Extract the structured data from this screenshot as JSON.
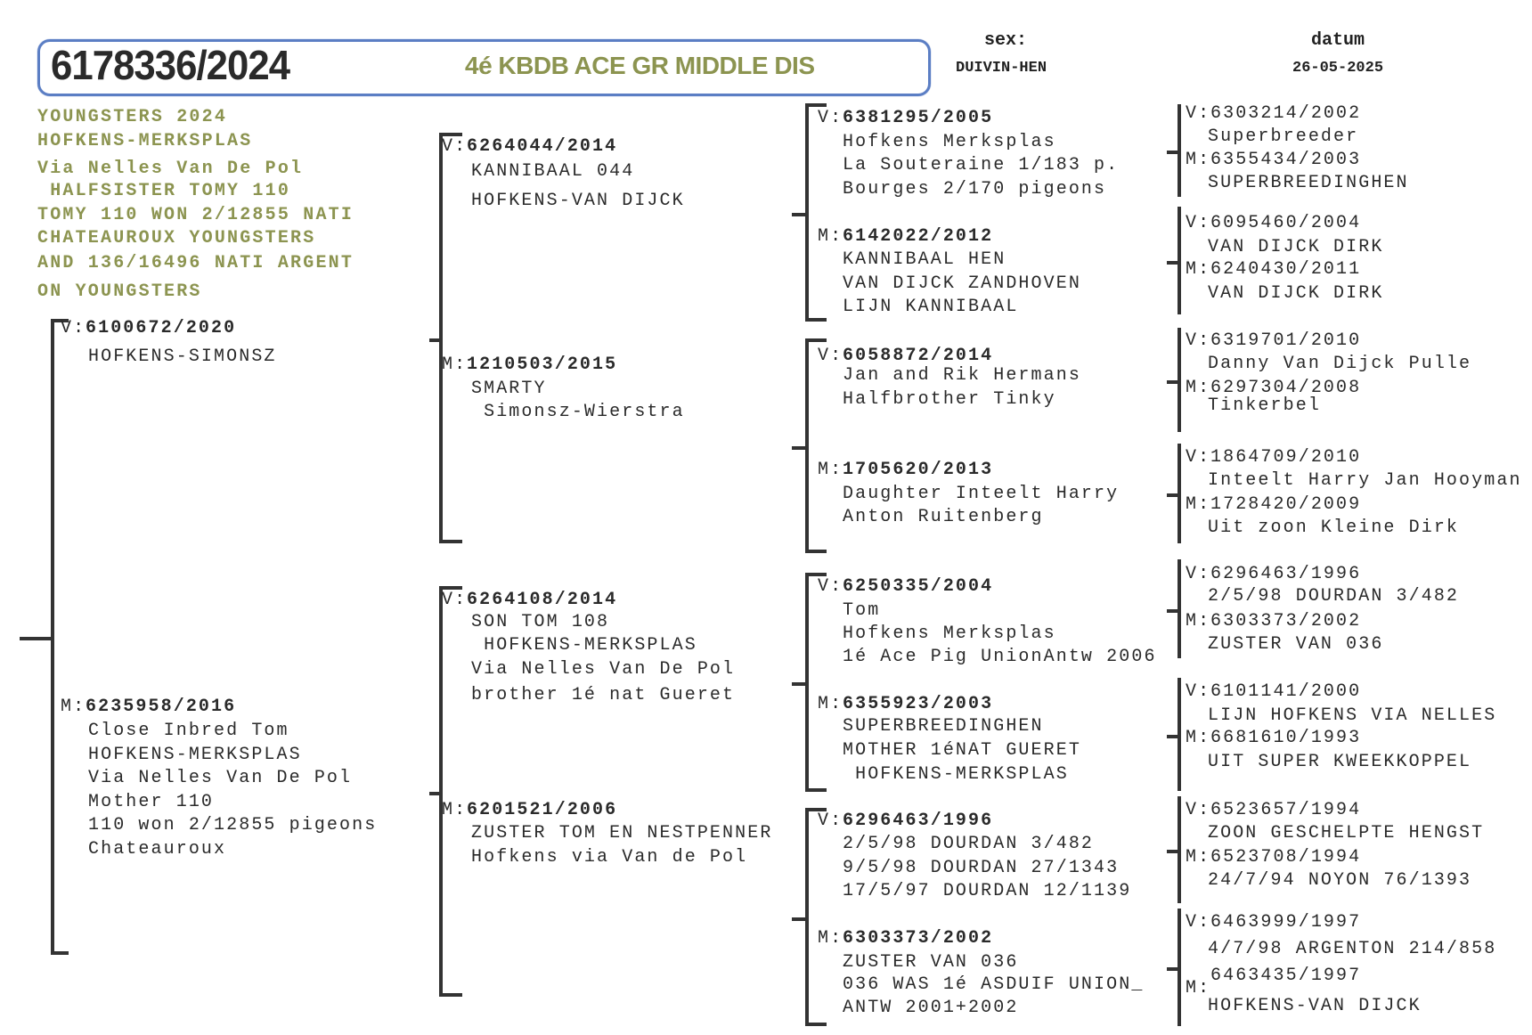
{
  "header": {
    "ring": "6178336/2024",
    "title": "4é KBDB ACE GR MIDDLE DIS",
    "sex_label": "sex:",
    "sex": "DUIVIN-HEN",
    "date_label": "datum",
    "date": "26-05-2025"
  },
  "notes": [
    "YOUNGSTERS 2024",
    "HOFKENS-MERKSPLAS",
    "Via Nelles Van De Pol",
    " HALFSISTER TOMY 110",
    "TOMY 110 WON 2/12855 NATI",
    "CHATEAUROUX YOUNGSTERS",
    "AND 136/16496 NATI ARGENT",
    "ON YOUNGSTERS"
  ],
  "gen1": [
    {
      "label": "V:",
      "ring": "6100672/2020",
      "lines": [
        "HOFKENS-SIMONSZ"
      ]
    },
    {
      "label": "M:",
      "ring": "6235958/2016",
      "lines": [
        "Close Inbred Tom",
        "HOFKENS-MERKSPLAS",
        "Via Nelles Van De Pol",
        "Mother 110",
        "110 won 2/12855 pigeons",
        "Chateauroux"
      ]
    }
  ],
  "gen2": [
    {
      "label": "V:",
      "ring": "6264044/2014",
      "lines": [
        "KANNIBAAL 044",
        "HOFKENS-VAN DIJCK"
      ]
    },
    {
      "label": "M:",
      "ring": "1210503/2015",
      "lines": [
        "SMARTY",
        " Simonsz-Wierstra"
      ]
    },
    {
      "label": "V:",
      "ring": "6264108/2014",
      "lines": [
        "SON TOM 108",
        " HOFKENS-MERKSPLAS",
        "Via Nelles Van De Pol",
        "brother 1é nat Gueret"
      ]
    },
    {
      "label": "M:",
      "ring": "6201521/2006",
      "lines": [
        "ZUSTER TOM EN NESTPENNER",
        "Hofkens via Van de Pol"
      ]
    }
  ],
  "gen3": [
    {
      "label": "V:",
      "ring": "6381295/2005",
      "lines": [
        "Hofkens Merksplas",
        "La Souteraine 1/183 p.",
        "Bourges 2/170 pigeons"
      ]
    },
    {
      "label": "M:",
      "ring": "6142022/2012",
      "lines": [
        "KANNIBAAL HEN",
        "VAN DIJCK ZANDHOVEN",
        "LIJN KANNIBAAL"
      ]
    },
    {
      "label": "V:",
      "ring": "6058872/2014",
      "lines": [
        "Jan and Rik Hermans",
        "Halfbrother Tinky"
      ]
    },
    {
      "label": "M:",
      "ring": "1705620/2013",
      "lines": [
        "Daughter Inteelt Harry",
        "Anton Ruitenberg"
      ]
    },
    {
      "label": "V:",
      "ring": "6250335/2004",
      "lines": [
        "Tom",
        "Hofkens Merksplas",
        "1é Ace Pig UnionAntw 2006"
      ]
    },
    {
      "label": "M:",
      "ring": "6355923/2003",
      "lines": [
        "SUPERBREEDINGHEN",
        "MOTHER 1éNAT GUERET",
        " HOFKENS-MERKSPLAS"
      ]
    },
    {
      "label": "V:",
      "ring": "6296463/1996",
      "lines": [
        "2/5/98 DOURDAN 3/482",
        "9/5/98 DOURDAN 27/1343",
        "17/5/97 DOURDAN 12/1139"
      ]
    },
    {
      "label": "M:",
      "ring": "6303373/2002",
      "lines": [
        "ZUSTER VAN 036",
        "036 WAS 1é ASDUIF UNION_",
        "ANTW 2001+2002"
      ]
    }
  ],
  "gen4": [
    {
      "label": "V:",
      "ring": "6303214/2002",
      "lines": [
        "Superbreeder"
      ]
    },
    {
      "label": "M:",
      "ring": "6355434/2003",
      "lines": [
        "SUPERBREEDINGHEN"
      ]
    },
    {
      "label": "V:",
      "ring": "6095460/2004",
      "lines": [
        "VAN DIJCK DIRK"
      ]
    },
    {
      "label": "M:",
      "ring": "6240430/2011",
      "lines": [
        "VAN DIJCK DIRK"
      ]
    },
    {
      "label": "V:",
      "ring": "6319701/2010",
      "lines": [
        "Danny Van Dijck Pulle"
      ]
    },
    {
      "label": "M:",
      "ring": "6297304/2008",
      "lines": [
        "Tinkerbel"
      ]
    },
    {
      "label": "V:",
      "ring": "1864709/2010",
      "lines": [
        "Inteelt Harry Jan Hooyman"
      ]
    },
    {
      "label": "M:",
      "ring": "1728420/2009",
      "lines": [
        "Uit zoon Kleine Dirk"
      ]
    },
    {
      "label": "V:",
      "ring": "6296463/1996",
      "lines": [
        "2/5/98 DOURDAN 3/482"
      ]
    },
    {
      "label": "M:",
      "ring": "6303373/2002",
      "lines": [
        "ZUSTER VAN 036"
      ]
    },
    {
      "label": "V:",
      "ring": "6101141/2000",
      "lines": [
        "LIJN HOFKENS VIA NELLES"
      ]
    },
    {
      "label": "M:",
      "ring": "6681610/1993",
      "lines": [
        "UIT SUPER KWEEKKOPPEL"
      ]
    },
    {
      "label": "V:",
      "ring": "6523657/1994",
      "lines": [
        "ZOON GESCHELPTE HENGST"
      ]
    },
    {
      "label": "M:",
      "ring": "6523708/1994",
      "lines": [
        "24/7/94 NOYON 76/1393"
      ]
    },
    {
      "label": "V:",
      "ring": "6463999/1997",
      "lines": [
        "4/7/98 ARGENTON 214/858"
      ]
    },
    {
      "label": "M:",
      "ring": "6463435/1997",
      "lines": [
        "HOFKENS-VAN DIJCK"
      ]
    }
  ]
}
